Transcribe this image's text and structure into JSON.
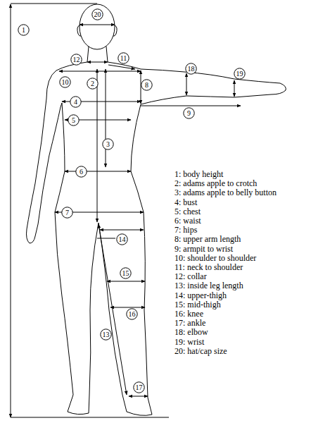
{
  "diagram": {
    "nodes": [
      {
        "text": [
          "20"
        ]
      },
      {
        "text": [
          "1"
        ]
      },
      {
        "text": [
          "11"
        ]
      },
      {
        "text": [
          "12"
        ]
      },
      {
        "text": [
          "18"
        ]
      },
      {
        "text": [
          "19"
        ]
      },
      {
        "text": [
          "10"
        ]
      },
      {
        "text": [
          "2"
        ]
      },
      {
        "text": [
          "8"
        ]
      },
      {
        "text": [
          "4"
        ]
      },
      {
        "text": [
          "9"
        ]
      },
      {
        "text": [
          "5"
        ]
      },
      {
        "text": [
          "3"
        ]
      },
      {
        "text": [
          "6"
        ]
      },
      {
        "text": [
          "7"
        ]
      },
      {
        "text": [
          "14"
        ]
      },
      {
        "text": [
          "15"
        ]
      },
      {
        "text": [
          "16"
        ]
      },
      {
        "text": [
          "13"
        ]
      },
      {
        "text": [
          "17"
        ]
      }
    ],
    "labels": [
      "1: body height",
      "2: adams apple to crotch",
      "3: adams apple to belly button",
      "4: bust",
      "5: chest",
      "6: waist",
      "7: hips",
      "8: upper arm length",
      "9: armpit to wrist",
      "10: shoulder to shoulder",
      "11: neck to shoulder",
      "12: collar",
      "13: inside leg length",
      "14: upper-thigh",
      "15: mid-thigh",
      "16: knee",
      "17: ankle",
      "18: elbow",
      "19: wrist",
      "20: hat/cap size"
    ]
  }
}
